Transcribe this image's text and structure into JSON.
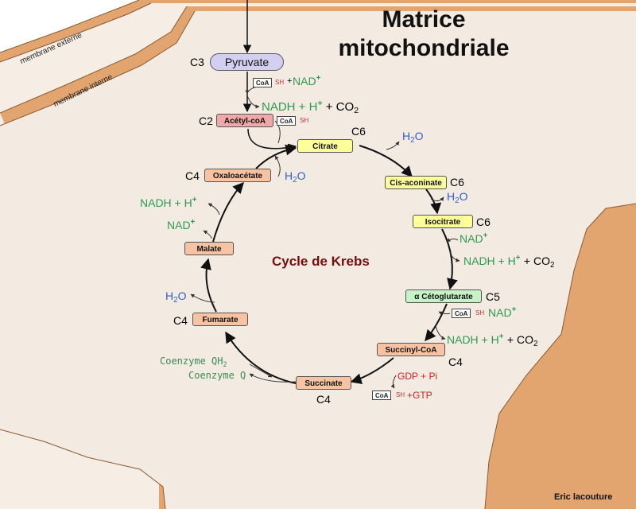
{
  "title": {
    "line1": "Matrice",
    "line2": "mitochondriale"
  },
  "membranes": {
    "outer": "membrane externe",
    "inner": "membrane interne"
  },
  "cycle_title": "Cycle de Krebs",
  "author": "Eric lacouture",
  "pyruvate": {
    "label": "Pyruvate",
    "carbon": "C3"
  },
  "acetyl": {
    "label": "Acétyl-coA",
    "carbon": "C2"
  },
  "coa": "CoA",
  "sh": "SH",
  "plus": "+",
  "h2o_h": "H",
  "h2o_2": "2",
  "h2o_o": "O",
  "nad": "NAD",
  "nadh": "NADH + H",
  "plus_sign": "+",
  "co2_c": "+ CO",
  "co2_2": "2",
  "metabolites": {
    "citrate": {
      "label": "Citrate",
      "carbon": "C6"
    },
    "cis_aconitate": {
      "label": "Cis-aconinate",
      "carbon": "C6"
    },
    "isocitrate": {
      "label": "Isocitrate",
      "carbon": "C6"
    },
    "alpha_ketoglutarate": {
      "label": "α Cétoglutarate",
      "carbon": "C5"
    },
    "succinyl_coa": {
      "label": "Succinyl-CoA",
      "carbon": "C4"
    },
    "succinate": {
      "label": "Succinate",
      "carbon": "C4"
    },
    "fumarate": {
      "label": "Fumarate",
      "carbon": "C4"
    },
    "malate": {
      "label": "Malate"
    },
    "oxaloacetate": {
      "label": "Oxaloacétate",
      "carbon": "C4"
    }
  },
  "gdp_pi": "GDP + Pi",
  "gtp": "GTP",
  "coenzyme_qh": "Coenzyme QH",
  "coenzyme_qh_sub": "2",
  "coenzyme_q": "Coenzyme Q",
  "colors": {
    "membrane": "#e3a56f",
    "matrix": "#f3ebe2",
    "nad_green": "#2e9a50",
    "water_blue": "#2f5fd6",
    "gtp_red": "#d42020"
  }
}
